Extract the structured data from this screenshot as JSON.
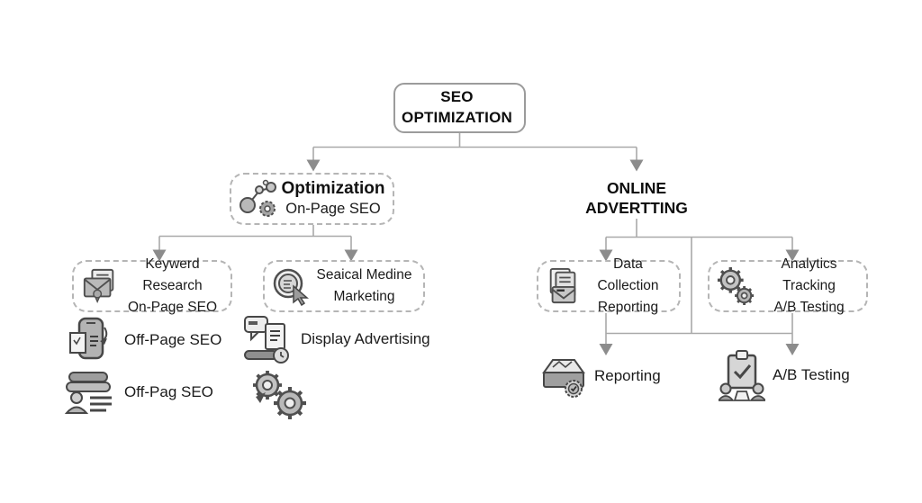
{
  "root": {
    "line1": "SEO",
    "line2": "OPTIMIZATION"
  },
  "branch_left": {
    "title": "Optimization",
    "subtitle": "On-Page SEO",
    "icon": "network-gear-icon"
  },
  "branch_right": {
    "line1": "ONLINE",
    "line2": "ADVERTTING"
  },
  "left_children": [
    {
      "line1": "Keywerd Research",
      "line2": "On-Page SEO",
      "icon": "envelope-ribbon-icon"
    },
    {
      "line1": "Seaical Medine",
      "line2": "Marketing",
      "icon": "click-target-icon"
    }
  ],
  "right_children": [
    {
      "line1": "Data Collection",
      "line2": "Reporting",
      "icon": "documents-envelope-icon"
    },
    {
      "line1": "Analytics Tracking",
      "line2": "A/B Testing",
      "icon": "double-gear-icon"
    }
  ],
  "left_items": [
    {
      "label": "Off-Page SEO",
      "icon": "mobile-document-icon"
    },
    {
      "label": "Off-Pag SEO",
      "icon": "person-list-icon"
    }
  ],
  "middle_items": [
    {
      "label": "Display Advertising",
      "icon": "chat-document-icon"
    },
    {
      "label": "",
      "icon": "gears-icon"
    }
  ],
  "right_leaves": [
    {
      "label": "Reporting",
      "icon": "box-badge-icon"
    },
    {
      "label": "A/B Testing",
      "icon": "clipboard-people-icon"
    }
  ],
  "colors": {
    "background": "#ffffff",
    "line": "#a9a9a9",
    "arrow": "#8c8c8c",
    "solid_border": "#9b9b9b",
    "dashed_border": "#b5b5b5",
    "text": "#1b1b1b",
    "icon_stroke": "#4f4f4f",
    "icon_fill": "#b9b9b9",
    "icon_fill_light": "#e6e6e6"
  }
}
